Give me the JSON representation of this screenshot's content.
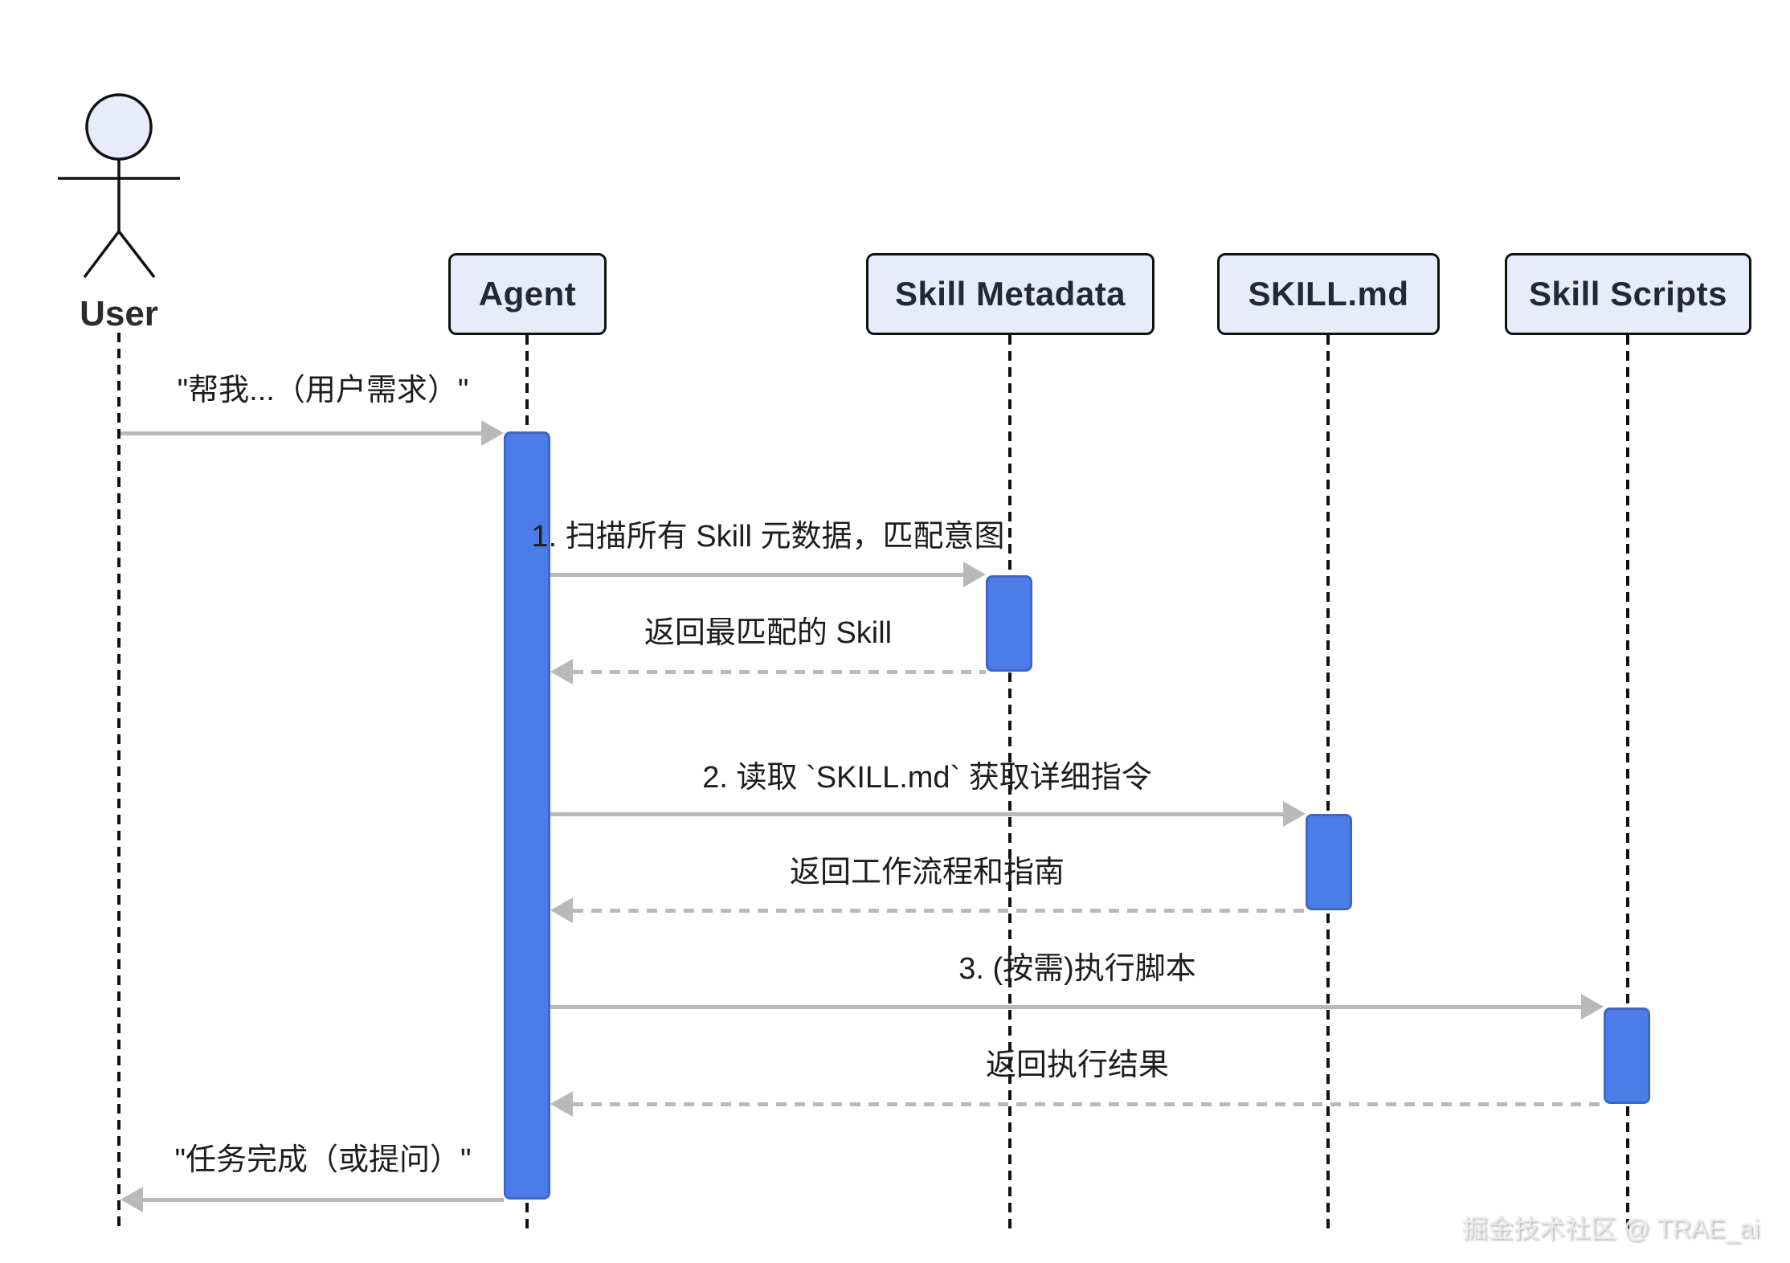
{
  "diagram": {
    "type": "sequence",
    "background": "#ffffff",
    "colors": {
      "participant_fill": "#E7EBFA",
      "participant_border": "#111111",
      "activation_fill": "#4B7CE8",
      "activation_border": "#3D66CB",
      "arrow": "#b9b9b9",
      "lifeline": "#111111",
      "text": "#1d1d1d"
    }
  },
  "participants": [
    {
      "id": "user",
      "label": "User",
      "type": "actor"
    },
    {
      "id": "agent",
      "label": "Agent",
      "type": "participant"
    },
    {
      "id": "skill-metadata",
      "label": "Skill Metadata",
      "type": "participant"
    },
    {
      "id": "skill-md",
      "label": "SKILL.md",
      "type": "participant"
    },
    {
      "id": "skill-scripts",
      "label": "Skill Scripts",
      "type": "participant"
    }
  ],
  "messages": [
    {
      "from": "User",
      "to": "Agent",
      "style": "solid",
      "text": "\"帮我...（用户需求）\""
    },
    {
      "from": "Agent",
      "to": "Skill Metadata",
      "style": "solid",
      "text": "1. 扫描所有 Skill 元数据，匹配意图"
    },
    {
      "from": "Skill Metadata",
      "to": "Agent",
      "style": "dashed",
      "text": "返回最匹配的 Skill"
    },
    {
      "from": "Agent",
      "to": "SKILL.md",
      "style": "solid",
      "text": "2. 读取 `SKILL.md` 获取详细指令"
    },
    {
      "from": "SKILL.md",
      "to": "Agent",
      "style": "dashed",
      "text": "返回工作流程和指南"
    },
    {
      "from": "Agent",
      "to": "Skill Scripts",
      "style": "solid",
      "text": "3. (按需)执行脚本"
    },
    {
      "from": "Skill Scripts",
      "to": "Agent",
      "style": "dashed",
      "text": "返回执行结果"
    },
    {
      "from": "Agent",
      "to": "User",
      "style": "solid",
      "text": "\"任务完成（或提问）\""
    }
  ],
  "watermark": "掘金技术社区 @ TRAE_ai"
}
